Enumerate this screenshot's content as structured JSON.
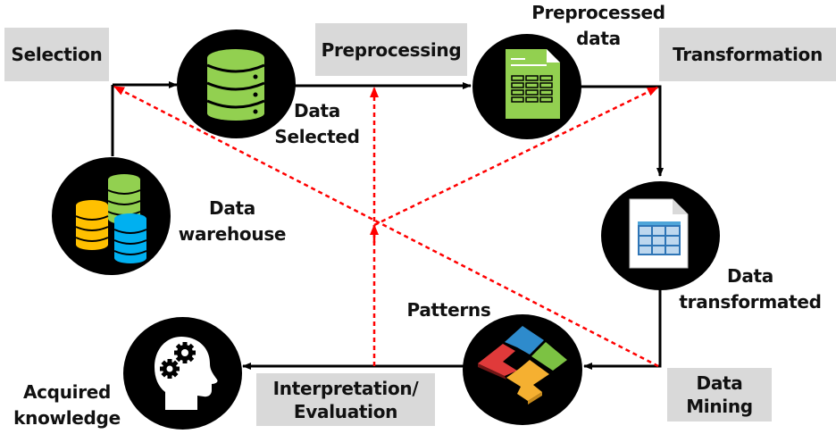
{
  "stages": {
    "selection": "Selection",
    "preprocessing": "Preprocessing",
    "transformation": "Transformation",
    "data_mining_line1": "Data",
    "data_mining_line2": "Mining",
    "interpretation_line1": "Interpretation/",
    "interpretation_line2": "Evaluation"
  },
  "nodes": {
    "data_warehouse": {
      "line1": "Data",
      "line2": "warehouse",
      "icon": "database-stack-icon"
    },
    "data_selected": {
      "line1": "Data",
      "line2": "Selected",
      "icon": "database-icon"
    },
    "preprocessed_data": {
      "line1": "Preprocessed",
      "line2": "data",
      "icon": "spreadsheet-icon"
    },
    "data_transformated": {
      "line1": "Data",
      "line2": "transformated",
      "icon": "table-document-icon"
    },
    "patterns": {
      "line1": "Patterns",
      "icon": "puzzle-icon"
    },
    "acquired_knowledge": {
      "line1": "Acquired",
      "line2": "knowledge",
      "icon": "head-gears-icon"
    }
  },
  "colors": {
    "flow_arrow": "#000000",
    "feedback_arrow": "#ff0000",
    "stage_box": "#d9d9d9",
    "db_green": "#92d050",
    "db_yellow": "#ffc000",
    "db_blue": "#00b0f0"
  }
}
